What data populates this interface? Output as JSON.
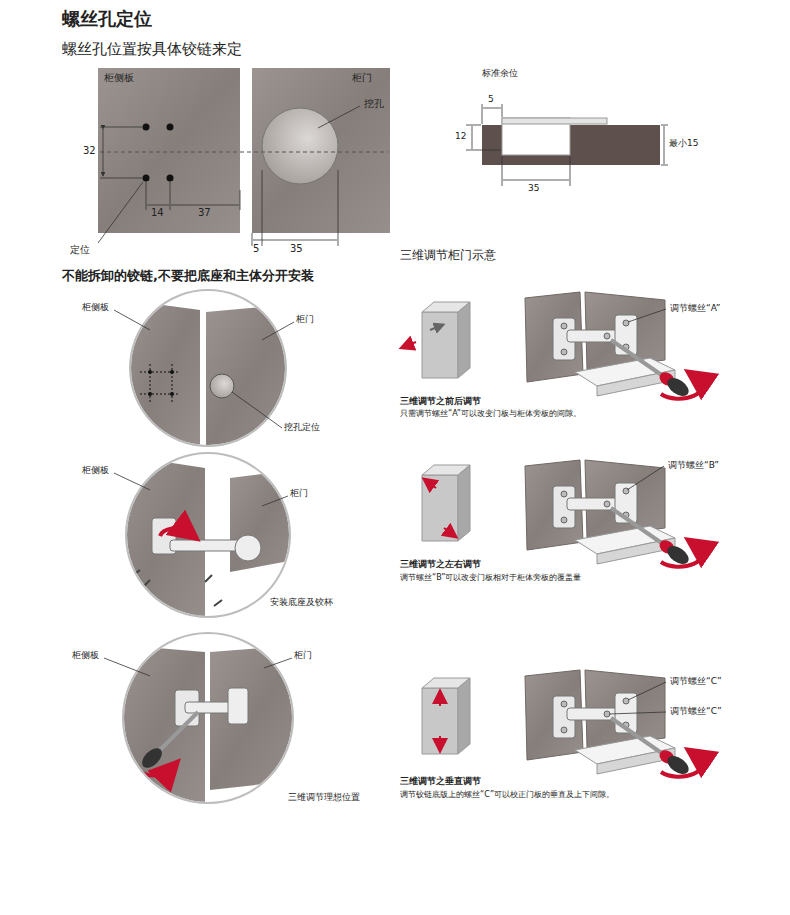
{
  "diagram": {
    "title": "螺丝孔定位",
    "nodes": [
      {
        "text": [
          "柜侧板"
        ]
      },
      {
        "text": [
          "柜门",
          "挖孔"
        ]
      }
    ],
    "labels": [
      "螺丝孔位置按具体铰链来定",
      "32",
      "14",
      "37",
      "定位",
      "5",
      "35",
      "标准余位",
      "5",
      "12",
      "最小15",
      "35",
      "不能拆卸的铰链,不要把底座和主体分开安装",
      "三维调节柜门示意",
      "柜侧板",
      "柜门",
      "挖孔定位",
      "柜侧板",
      "柜门",
      "安装底座及铰杯",
      "柜侧板",
      "柜门",
      "三维调节理想位置",
      "调节螺丝“A”",
      "三维调节之前后调节",
      "只需调节螺丝“A”可以改变门板与柜体旁板的间隙。",
      "调节螺丝“B”",
      "三维调节之左右调节",
      "调节螺丝“B”可以改变门板相对于柜体旁板的覆盖量",
      "调节螺丝“C”",
      "调节螺丝“C”",
      "三维调节之垂直调节",
      "调节铰链底版上的螺丝“C”可以校正门板的垂直及上下间隙。"
    ]
  }
}
